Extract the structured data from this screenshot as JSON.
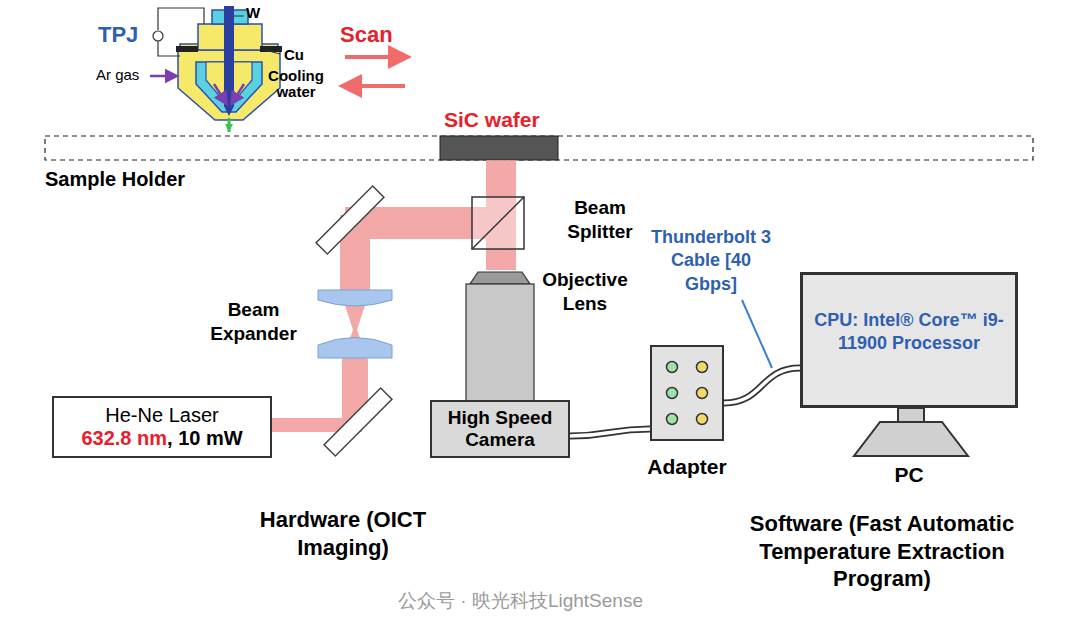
{
  "diagram": {
    "nodes": [
      {
        "text": [
          "He-Ne Laser",
          "632.8 nm",
          ", 10 mW"
        ]
      },
      {
        "text": [
          "High Speed Camera"
        ]
      },
      {
        "text": [
          "Adapter"
        ]
      },
      {
        "text": [
          "CPU: Intel® Core™ i9-11900 Processor",
          "PC"
        ]
      }
    ],
    "edges": [
      {
        "from": 1,
        "to": 2,
        "arrow": "none"
      },
      {
        "from": 2,
        "to": 3,
        "arrow": "none"
      }
    ],
    "labels": [
      "TPJ",
      "W",
      "Cu",
      "Ar gas",
      "Cooling water",
      "Scan",
      "SiC wafer",
      "Sample Holder",
      "Beam Splitter",
      "Objective Lens",
      "Beam Expander",
      "Thunderbolt 3 Cable [40 Gbps]",
      "Hardware (OICT Imaging)",
      "Software (Fast Automatic Temperature Extraction Program)",
      "公众号 · 映光科技LightSense"
    ]
  }
}
